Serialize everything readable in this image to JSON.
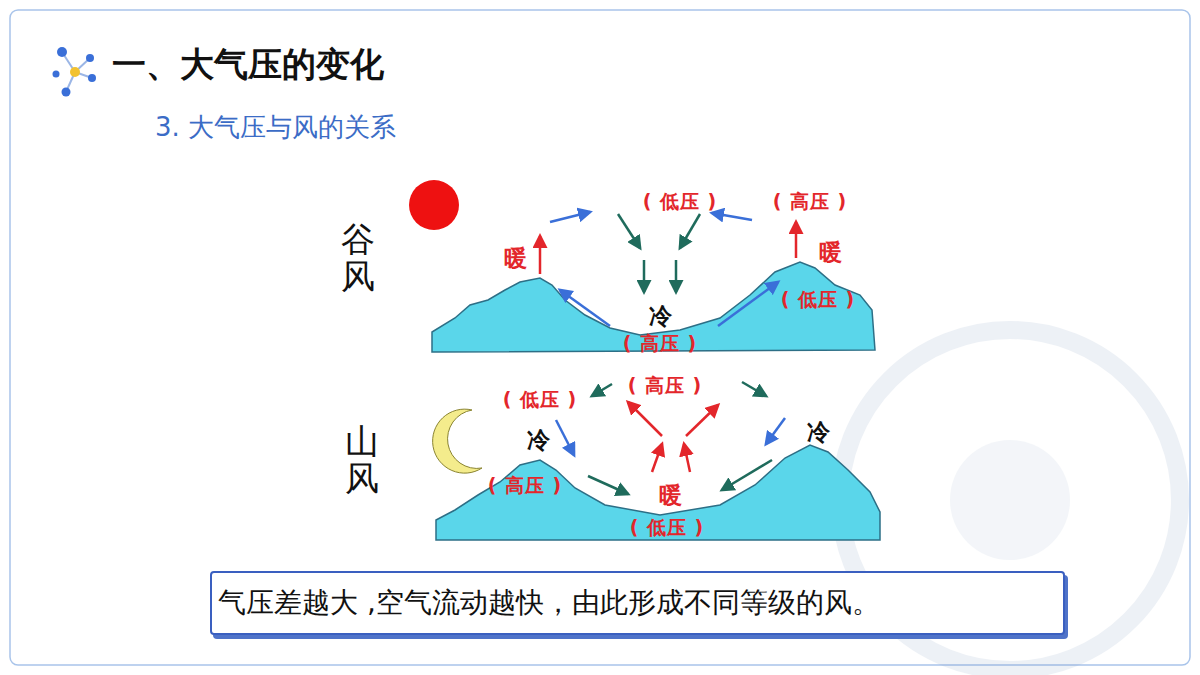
{
  "diagram": {
    "title": "一、大气压的变化",
    "nodes": [
      {
        "text": [
          "气压差越大 ,空气流动越快，由此形成不同等级的风。"
        ]
      }
    ],
    "labels": [
      "3. 大气压与风的关系",
      "谷风",
      "( 低压 )",
      "( 高压 )",
      "暖",
      "暖",
      "( 低压 )",
      "冷",
      "( 高压 )",
      "山风",
      "( 低压 )",
      "( 高压 )",
      "冷",
      "冷",
      "( 高压 )",
      "暖",
      "( 低压 )"
    ]
  }
}
